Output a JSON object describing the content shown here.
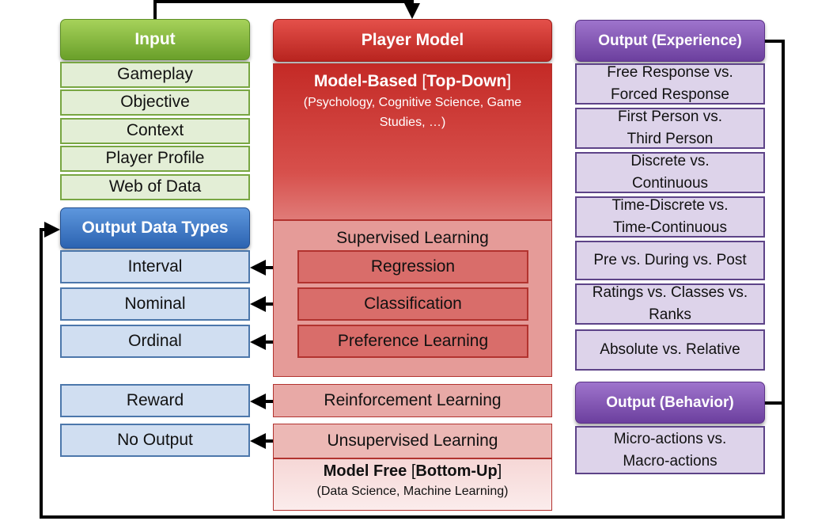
{
  "input": {
    "title": "Input",
    "items": [
      "Gameplay",
      "Objective",
      "Context",
      "Player Profile",
      "Web of Data"
    ]
  },
  "output_data_types": {
    "title": "Output Data Types",
    "items": [
      "Interval",
      "Nominal",
      "Ordinal"
    ],
    "extra": [
      "Reward",
      "No Output"
    ]
  },
  "player_model": {
    "title": "Player Model",
    "model_based": {
      "title_a": "Model-Based ",
      "title_b": "[Top-Down]",
      "subtitle_1": "(Psychology, Cognitive Science, Game",
      "subtitle_2": "Studies, …)"
    },
    "supervised": {
      "title": "Supervised Learning",
      "items": [
        "Regression",
        "Classification",
        "Preference Learning"
      ]
    },
    "reinforcement": "Reinforcement Learning",
    "unsupervised": "Unsupervised Learning",
    "model_free": {
      "title_a": "Model Free ",
      "title_b": "[Bottom-Up]",
      "subtitle": "(Data Science, Machine Learning)"
    }
  },
  "output_experience": {
    "title": "Output (Experience)",
    "items": [
      [
        "Free Response vs.",
        "Forced Response"
      ],
      [
        "First Person vs.",
        "Third Person"
      ],
      [
        "Discrete vs.",
        "Continuous"
      ],
      [
        "Time-Discrete vs.",
        "Time-Continuous"
      ],
      [
        "Pre vs. During vs. Post"
      ],
      [
        "Ratings vs. Classes vs.",
        "Ranks"
      ],
      [
        "Absolute vs. Relative"
      ]
    ]
  },
  "output_behavior": {
    "title": "Output (Behavior)",
    "items": [
      [
        "Micro-actions vs.",
        "Macro-actions"
      ]
    ]
  },
  "colors": {
    "input": "#78a642",
    "player_model": "#c0302b",
    "output_data_types": "#3a6fb9",
    "output": "#7a4db0"
  }
}
